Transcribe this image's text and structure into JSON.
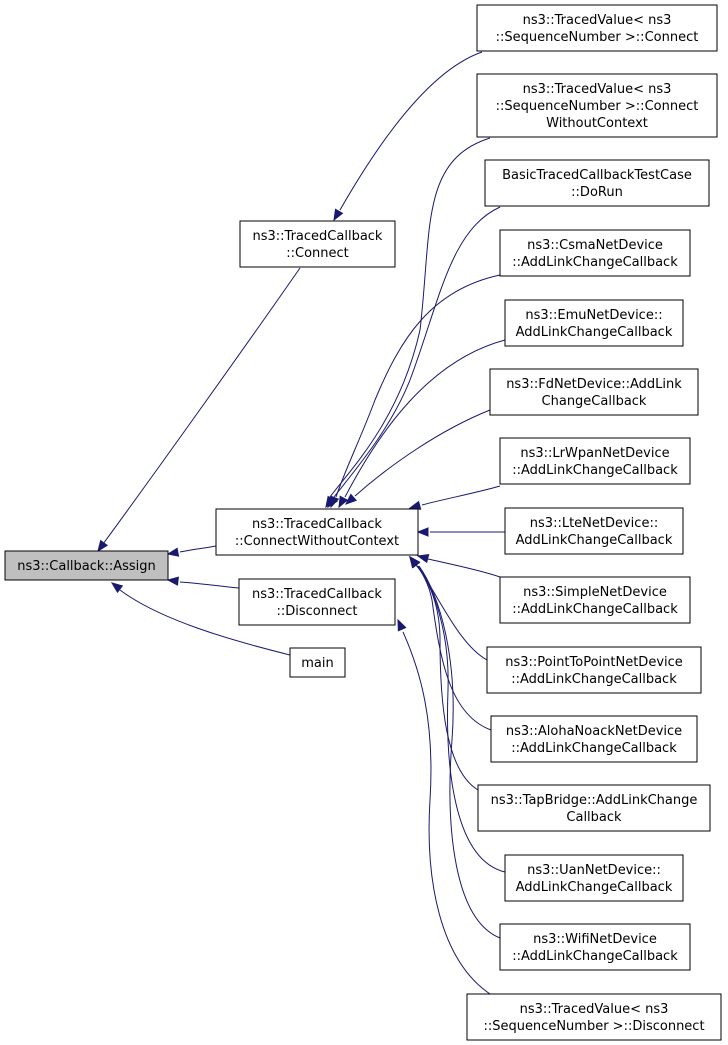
{
  "nodes": {
    "assign": [
      "ns3::Callback::Assign"
    ],
    "tc_connect": [
      "ns3::TracedCallback",
      "::Connect"
    ],
    "tc_cwc": [
      "ns3::TracedCallback",
      "::ConnectWithoutContext"
    ],
    "tc_disconnect": [
      "ns3::TracedCallback",
      "::Disconnect"
    ],
    "main": [
      "main"
    ],
    "tv_connect": [
      "ns3::TracedValue< ns3",
      "::SequenceNumber >::Connect"
    ],
    "tv_connect_wc": [
      "ns3::TracedValue< ns3",
      "::SequenceNumber >::Connect",
      "WithoutContext"
    ],
    "basic_test": [
      "BasicTracedCallbackTestCase",
      "::DoRun"
    ],
    "csma": [
      "ns3::CsmaNetDevice",
      "::AddLinkChangeCallback"
    ],
    "emu": [
      "ns3::EmuNetDevice::",
      "AddLinkChangeCallback"
    ],
    "fd": [
      "ns3::FdNetDevice::AddLink",
      "ChangeCallback"
    ],
    "lrwpan": [
      "ns3::LrWpanNetDevice",
      "::AddLinkChangeCallback"
    ],
    "lte": [
      "ns3::LteNetDevice::",
      "AddLinkChangeCallback"
    ],
    "simple": [
      "ns3::SimpleNetDevice",
      "::AddLinkChangeCallback"
    ],
    "p2p": [
      "ns3::PointToPointNetDevice",
      "::AddLinkChangeCallback"
    ],
    "aloha": [
      "ns3::AlohaNoackNetDevice",
      "::AddLinkChangeCallback"
    ],
    "tapbridge": [
      "ns3::TapBridge::AddLinkChange",
      "Callback"
    ],
    "uan": [
      "ns3::UanNetDevice::",
      "AddLinkChangeCallback"
    ],
    "wifi": [
      "ns3::WifiNetDevice",
      "::AddLinkChangeCallback"
    ],
    "tv_disconnect": [
      "ns3::TracedValue< ns3",
      "::SequenceNumber >::Disconnect"
    ]
  },
  "edges": [
    [
      "tc_connect",
      "assign"
    ],
    [
      "tc_cwc",
      "assign"
    ],
    [
      "tc_disconnect",
      "assign"
    ],
    [
      "main",
      "assign"
    ],
    [
      "tv_connect",
      "tc_connect"
    ],
    [
      "tv_connect_wc",
      "tc_cwc"
    ],
    [
      "basic_test",
      "tc_cwc"
    ],
    [
      "csma",
      "tc_cwc"
    ],
    [
      "emu",
      "tc_cwc"
    ],
    [
      "fd",
      "tc_cwc"
    ],
    [
      "lrwpan",
      "tc_cwc"
    ],
    [
      "lte",
      "tc_cwc"
    ],
    [
      "simple",
      "tc_cwc"
    ],
    [
      "p2p",
      "tc_cwc"
    ],
    [
      "aloha",
      "tc_cwc"
    ],
    [
      "tapbridge",
      "tc_cwc"
    ],
    [
      "uan",
      "tc_cwc"
    ],
    [
      "wifi",
      "tc_cwc"
    ],
    [
      "tv_disconnect",
      "tc_disconnect"
    ]
  ],
  "colors": {
    "edge": "#191970",
    "root_fill": "#bfbfbf",
    "node_fill": "#ffffff",
    "node_stroke": "#000000"
  }
}
